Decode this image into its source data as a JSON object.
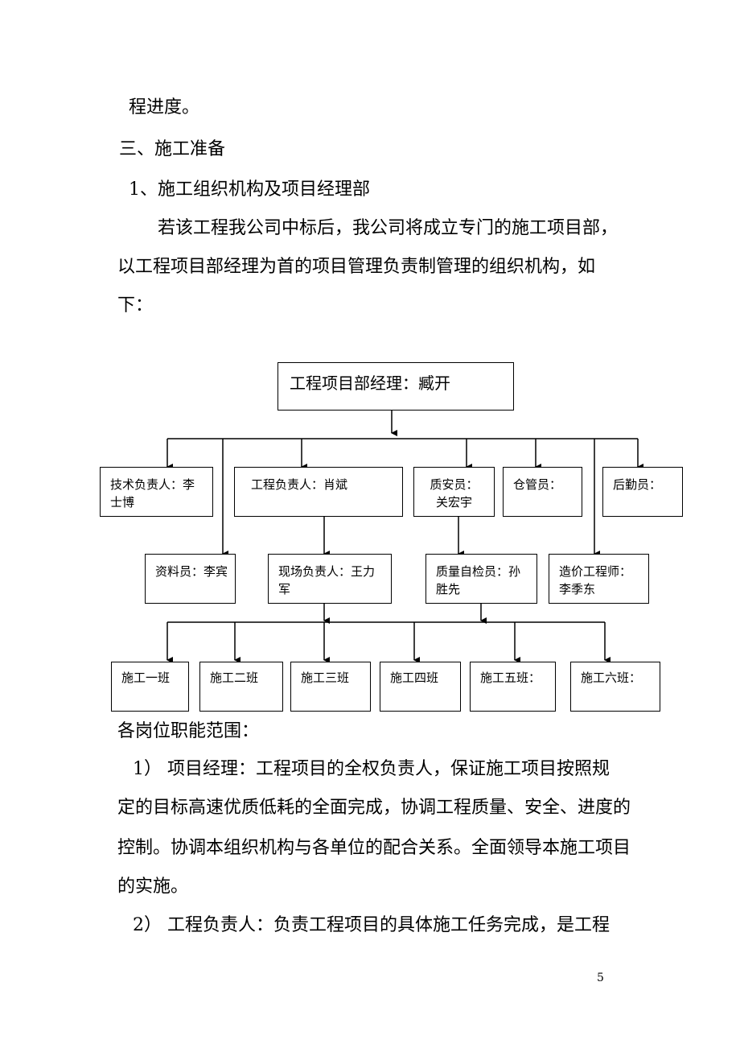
{
  "lines": [
    "程进度。",
    "三、施工准备",
    "1、施工组织机构及项目经理部",
    "若该工程我公司中标后，我公司将成立专门的施工项目部，",
    "以工程项目部经理为首的项目管理负责制管理的组织机构，如",
    "下：",
    "各岗位职能范围：",
    "1）  项目经理：工程项目的全权负责人，保证施工项目按照规",
    "定的目标高速优质低耗的全面完成，协调工程质量、安全、进度的",
    "控制。协调本组织机构与各单位的配合关系。全面领导本施工项目",
    "的实施。",
    "2）  工程负责人：负责工程项目的具体施工任务完成，是工程"
  ],
  "org": {
    "top": "工程项目部经理：臧开",
    "row1": [
      [
        "技术负责人：李",
        "士博"
      ],
      [
        "工程负责人：肖斌"
      ],
      [
        "质安员：",
        "关宏宇"
      ],
      [
        "仓管员："
      ],
      [
        "后勤员："
      ]
    ],
    "row2": [
      [
        "资料员：李宾"
      ],
      [
        "现场负责人：王力",
        "军"
      ],
      [
        "质量自检员：孙",
        "胜先"
      ],
      [
        "造价工程师：",
        "李季东"
      ]
    ],
    "teams": [
      "施工一班",
      "施工二班",
      "施工三班",
      "施工四班",
      "施工五班：",
      "施工六班："
    ]
  },
  "page_number": "5"
}
